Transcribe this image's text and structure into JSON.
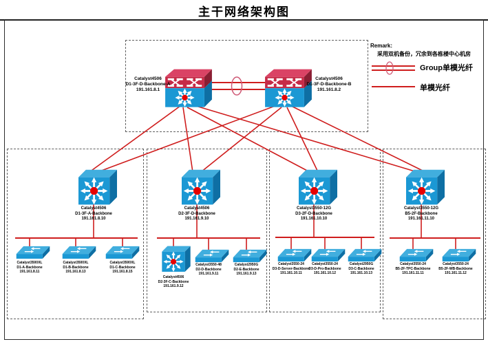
{
  "title": "主干网络架构图",
  "legend": {
    "remark_label": "Remark:",
    "remark_text": "采用双机备份，冗余到各栋楼中心机房",
    "group_fiber_label": "Group单模光纤",
    "fiber_label": "单模光纤"
  },
  "colors": {
    "fiber_line": "#cf1d1d",
    "switch_blue": "#1b98d4",
    "core_band_red": "#c62b47",
    "center_dot_red": "#e60000"
  },
  "core": [
    {
      "model": "Catalyst4506",
      "name": "D1-3F-D-Backbone-A",
      "ip": "191.161.8.1"
    },
    {
      "model": "Catalyst4506",
      "name": "D1-3F-D-Backbone-B",
      "ip": "191.161.8.2"
    }
  ],
  "distribution": [
    {
      "model": "Catalyst4506",
      "name": "D1-3F-A-Backbone",
      "ip": "191.161.8.10"
    },
    {
      "model": "Catalyst4506",
      "name": "D2-3F-D-Backbone",
      "ip": "191.161.9.10"
    },
    {
      "model": "Catalyst3550-12G",
      "name": "D3-2F-D-Backbone",
      "ip": "191.161.10.10"
    },
    {
      "model": "Catalyst3550-12G",
      "name": "B5-2F-Backbone",
      "ip": "191.161.11.10"
    }
  ],
  "access_groups": [
    {
      "switches": [
        {
          "model": "Catalyst3500XL",
          "name": "D1-A-Backbone",
          "ip": "191.161.8.11"
        },
        {
          "model": "Catalyst3500XL",
          "name": "D1-B-Backbone",
          "ip": "191.161.8.13"
        },
        {
          "model": "Catalyst3500XL",
          "name": "D1-C-Backbone",
          "ip": "191.161.8.15"
        }
      ]
    },
    {
      "switches": [
        {
          "model": "Catalyst4506",
          "name": "D2-3F-C-Backbone",
          "ip": "191.161.9.12"
        },
        {
          "model": "Catalyst3550-48",
          "name": "D2-D-Backbone",
          "ip": "191.161.9.11"
        },
        {
          "model": "Catalyst2950G",
          "name": "D2-E-Backbone",
          "ip": "191.161.9.13"
        }
      ]
    },
    {
      "switches": [
        {
          "model": "Catalyst3550-24",
          "name": "D3-D-Server-Backbone",
          "ip": "191.161.10.11"
        },
        {
          "model": "Catalyst3550-24",
          "name": "D3-D-Pro-Backbone",
          "ip": "191.161.10.12"
        },
        {
          "model": "Catalyst2950G",
          "name": "D3-C-Backbone",
          "ip": "191.161.10.13"
        }
      ]
    },
    {
      "switches": [
        {
          "model": "Catalyst3550-24",
          "name": "B5-2F-TPC-Backbone",
          "ip": "191.161.11.11"
        },
        {
          "model": "Catalyst3550-24",
          "name": "B5-2F-WB-Backbone",
          "ip": "191.161.11.12"
        }
      ]
    }
  ]
}
